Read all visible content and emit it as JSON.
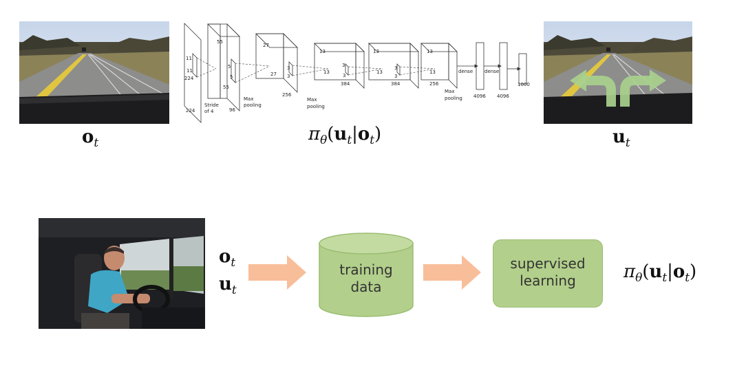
{
  "top_row": {
    "left_caption": {
      "sym": "o",
      "sub": "t"
    },
    "right_caption": {
      "sym": "u",
      "sub": "t"
    },
    "policy_caption": {
      "pi": "π",
      "theta": "θ",
      "u": "u",
      "o": "o",
      "sub": "t"
    }
  },
  "cnn": {
    "input": [
      "11",
      "11",
      "224",
      "224"
    ],
    "stride": [
      "Stride",
      "of 4"
    ],
    "conv1": [
      "55",
      "5",
      "5",
      "55",
      "96"
    ],
    "conv2": [
      "27",
      "3",
      "3",
      "27",
      "256"
    ],
    "conv3": [
      "13",
      "3",
      "3",
      "13",
      "384"
    ],
    "conv4": [
      "13",
      "3",
      "3",
      "13",
      "384"
    ],
    "conv5": [
      "13",
      "13",
      "256"
    ],
    "pool_label": [
      "Max",
      "pooling"
    ],
    "dense_label": "dense",
    "fc": [
      "4096",
      "4096",
      "1000"
    ]
  },
  "bottom_row": {
    "obs_label": {
      "sym": "o",
      "sub": "t"
    },
    "act_label": {
      "sym": "u",
      "sub": "t"
    },
    "training_data": [
      "training",
      "data"
    ],
    "supervised_learning": [
      "supervised",
      "learning"
    ],
    "policy_caption": {
      "pi": "π",
      "theta": "θ",
      "u": "u",
      "o": "o",
      "sub": "t"
    }
  },
  "colors": {
    "arrow": "#f8be9a",
    "box_fill": "#b2cf8b",
    "box_border": "#9bbd72",
    "turn_arrows": "#a8d08d"
  }
}
